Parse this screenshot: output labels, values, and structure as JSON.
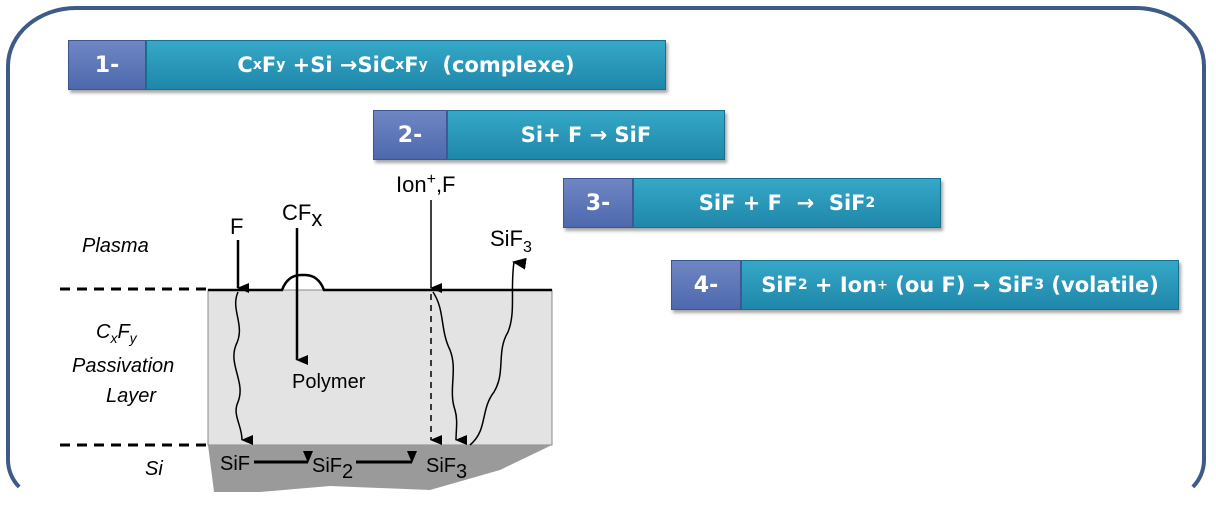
{
  "steps": [
    {
      "number": "1-",
      "reaction_parts": [
        "C",
        "x",
        "F",
        "y",
        " +Si ",
        "→",
        "SiC",
        "x",
        "F",
        "y",
        "  (complexe)"
      ]
    },
    {
      "number": "2-",
      "reaction": "Si+ F → SiF"
    },
    {
      "number": "3-",
      "reaction_parts": [
        "SiF + F  →  SiF",
        "2"
      ]
    },
    {
      "number": "4-",
      "reaction_parts": [
        "SiF",
        "2",
        " + Ion",
        "+",
        " (ou F) → SiF",
        "3",
        " (volatile)"
      ]
    }
  ],
  "diagram": {
    "layers": {
      "plasma": "Plasma",
      "passivation_line1": "C",
      "passivation_sub_x": "x",
      "passivation_F": "F",
      "passivation_sub_y": "y",
      "passivation_line2": "Passivation",
      "passivation_line3": "Layer",
      "si": "Si"
    },
    "species": {
      "f": "F",
      "cfx_main": "CF",
      "cfx_sub": "x",
      "ion_main": "Ion",
      "ion_sup": "+",
      "ion_tail": ",F",
      "sif3_main": "SiF",
      "sif3_sub": "3",
      "polymer": "Polymer"
    },
    "chain": {
      "sif": "SiF",
      "sif2_main": "SiF",
      "sif2_sub": "2",
      "sif3_main": "SiF",
      "sif3_sub": "3"
    }
  },
  "colors": {
    "frame": "#3e5a86",
    "number_box": "#5a74b6",
    "equation_box": "#2a97b8",
    "passivation": "#e3e3e3",
    "silicon": "#9a9a9a"
  }
}
